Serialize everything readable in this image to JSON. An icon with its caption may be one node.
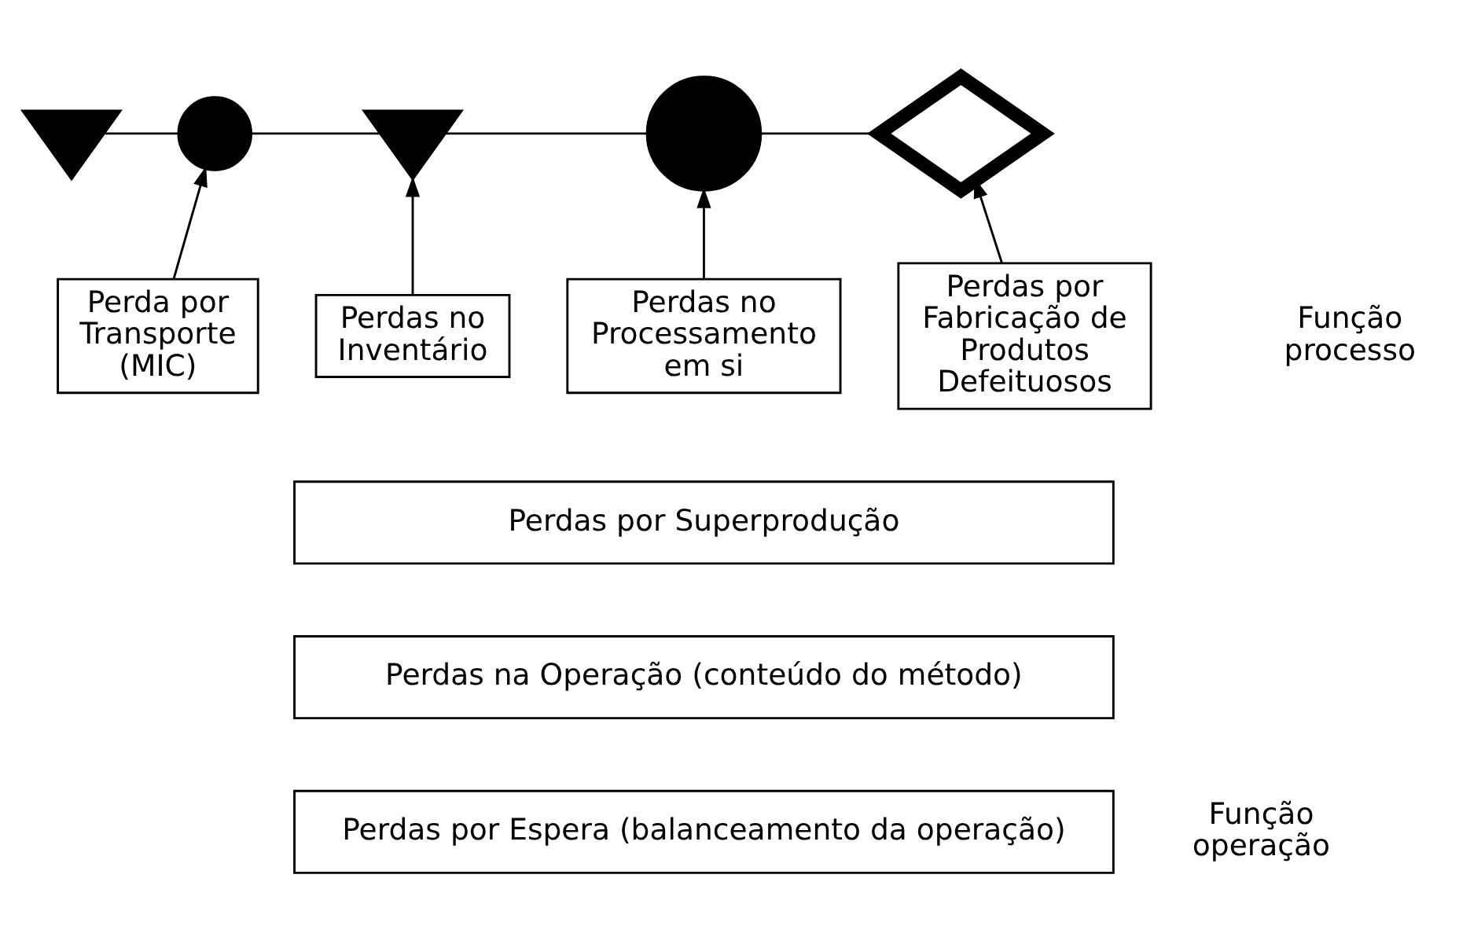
{
  "diagram": {
    "nodes": [
      {
        "text": [],
        "shape": "triangle"
      },
      {
        "text": [],
        "shape": "circle"
      },
      {
        "text": [],
        "shape": "triangle"
      },
      {
        "text": [],
        "shape": "circle"
      },
      {
        "text": [],
        "shape": "diamond"
      },
      {
        "text": [
          "Perda por Transporte (MIC)"
        ]
      },
      {
        "text": [
          "Perdas no Inventário"
        ]
      },
      {
        "text": [
          "Perdas no Processamento em si"
        ]
      },
      {
        "text": [
          "Perdas por Fabricação de Produtos Defeituosos"
        ]
      },
      {
        "text": [
          "Perdas por Superprodução"
        ]
      },
      {
        "text": [
          "Perdas na Operação (conteúdo do método)"
        ]
      },
      {
        "text": [
          "Perdas por Espera (balanceamento da operação)"
        ]
      }
    ],
    "edges": [
      {
        "from": 0,
        "to": 1,
        "arrow": "none"
      },
      {
        "from": 1,
        "to": 2,
        "arrow": "none"
      },
      {
        "from": 2,
        "to": 3,
        "arrow": "none"
      },
      {
        "from": 3,
        "to": 4,
        "arrow": "none"
      },
      {
        "from": 5,
        "to": 1,
        "arrow": "to"
      },
      {
        "from": 6,
        "to": 2,
        "arrow": "to"
      },
      {
        "from": 7,
        "to": 3,
        "arrow": "to"
      },
      {
        "from": 8,
        "to": 4,
        "arrow": "to"
      }
    ],
    "labels": [
      "Função processo",
      "Função operação"
    ]
  }
}
